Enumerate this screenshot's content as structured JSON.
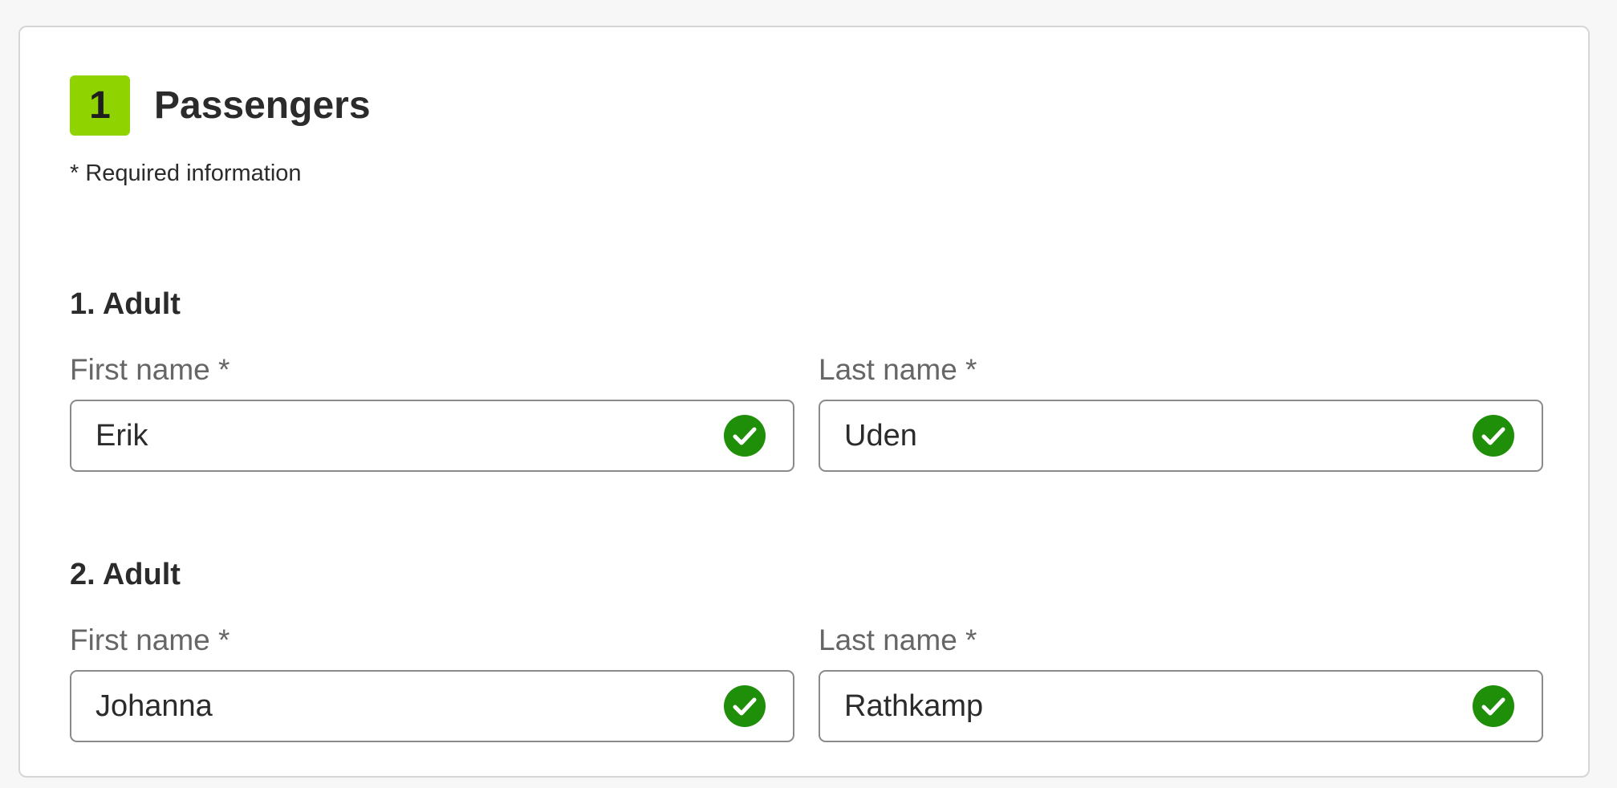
{
  "section": {
    "step_number": "1",
    "title": "Passengers",
    "required_note": "* Required information",
    "accent_color": "#8fd400",
    "valid_color": "#1f8f0a"
  },
  "passengers": [
    {
      "heading": "1. Adult",
      "first_name": {
        "label": "First name *",
        "value": "Erik",
        "status_icon": "check-circle-icon"
      },
      "last_name": {
        "label": "Last name *",
        "value": "Uden",
        "status_icon": "check-circle-icon"
      }
    },
    {
      "heading": "2. Adult",
      "first_name": {
        "label": "First name *",
        "value": "Johanna",
        "status_icon": "check-circle-icon"
      },
      "last_name": {
        "label": "Last name *",
        "value": "Rathkamp",
        "status_icon": "check-circle-icon"
      }
    }
  ]
}
